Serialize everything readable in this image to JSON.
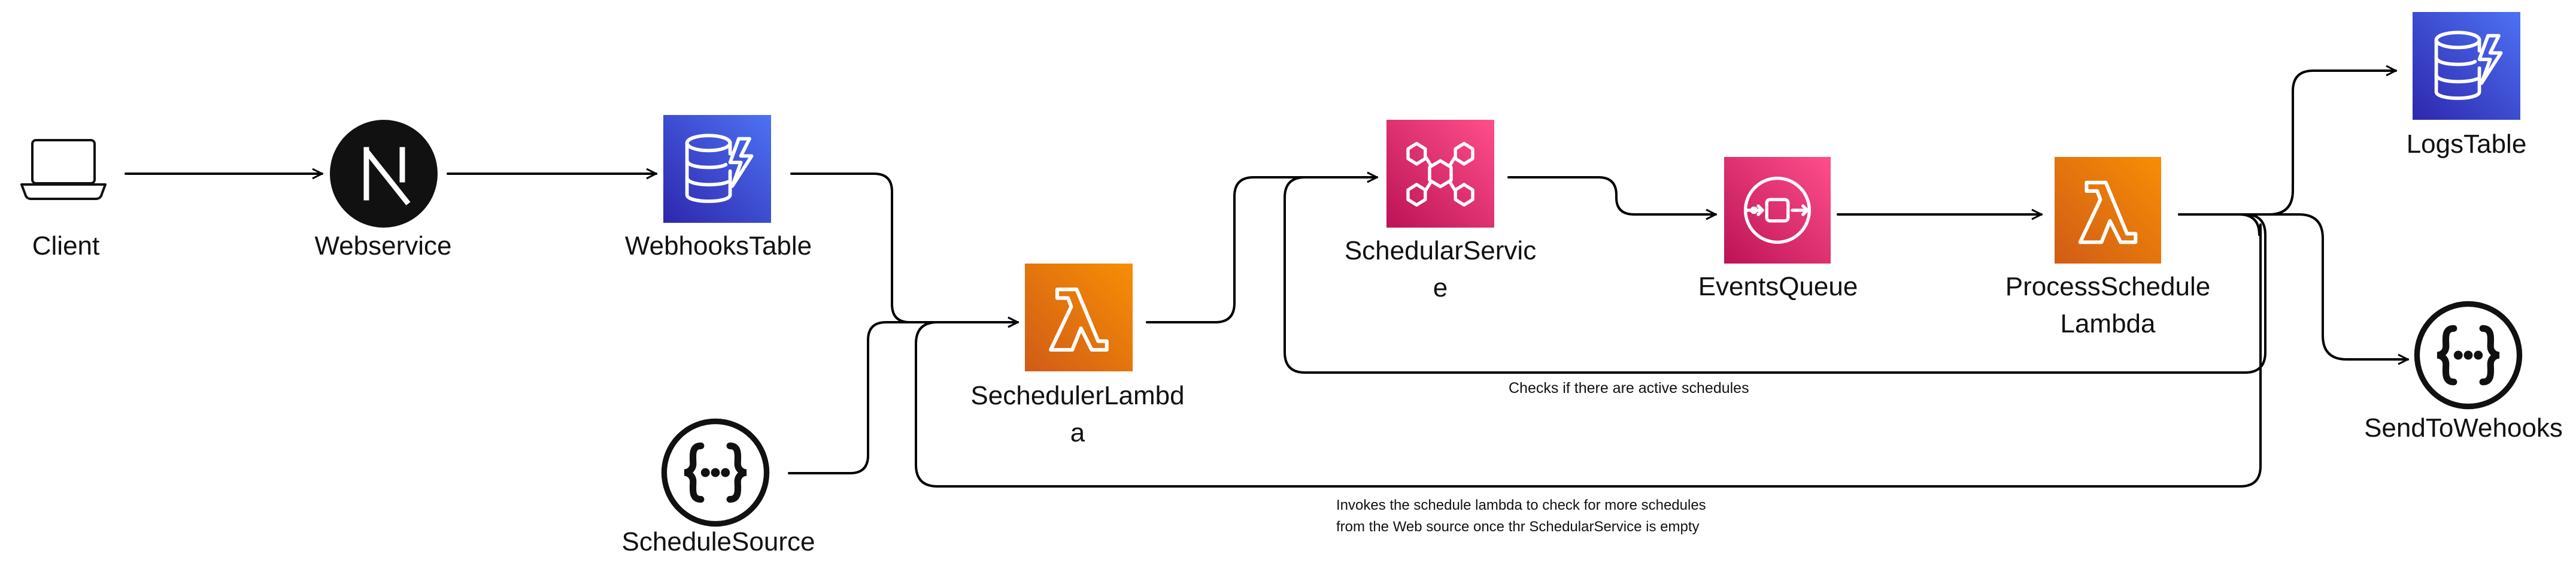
{
  "colors": {
    "dynamodb_top": "#4d72f3",
    "dynamodb_bottom": "#2e27ad",
    "lambda_top": "#f78e04",
    "lambda_bottom": "#d05c17",
    "eventbridge_top": "#ff4f8b",
    "eventbridge_bottom": "#bc1356",
    "sqs_top": "#ff4f8b",
    "sqs_bottom": "#bc1356",
    "line": "#000000"
  },
  "nodes": {
    "client": {
      "label": "Client",
      "icon": "laptop-icon"
    },
    "webservice": {
      "label": "Webservice",
      "icon": "nextjs-logo-icon"
    },
    "webhooks_table": {
      "label": "WebhooksTable",
      "icon": "dynamodb-icon"
    },
    "schedule_source": {
      "label": "ScheduleSource",
      "icon": "api-braces-icon"
    },
    "scheduler_lambda": {
      "label_lines": [
        "SechedulerLambd",
        "a"
      ],
      "icon": "lambda-icon"
    },
    "schedular_service": {
      "label_lines": [
        "SchedularServic",
        "e"
      ],
      "icon": "eventbridge-icon"
    },
    "events_queue": {
      "label": "EventsQueue",
      "icon": "sqs-icon"
    },
    "process_schedule_lambda": {
      "label_lines": [
        "ProcessSchedule",
        "Lambda"
      ],
      "icon": "lambda-icon"
    },
    "logs_table": {
      "label": "LogsTable",
      "icon": "dynamodb-icon"
    },
    "send_to_webhooks": {
      "label": "SendToWehooks",
      "icon": "api-braces-icon"
    }
  },
  "annotations": {
    "active_schedules": "Checks if there are active schedules",
    "invoke_lines": [
      "Invokes the schedule lambda to check for more schedules",
      "from the Web source once thr SchedularService is empty"
    ]
  }
}
